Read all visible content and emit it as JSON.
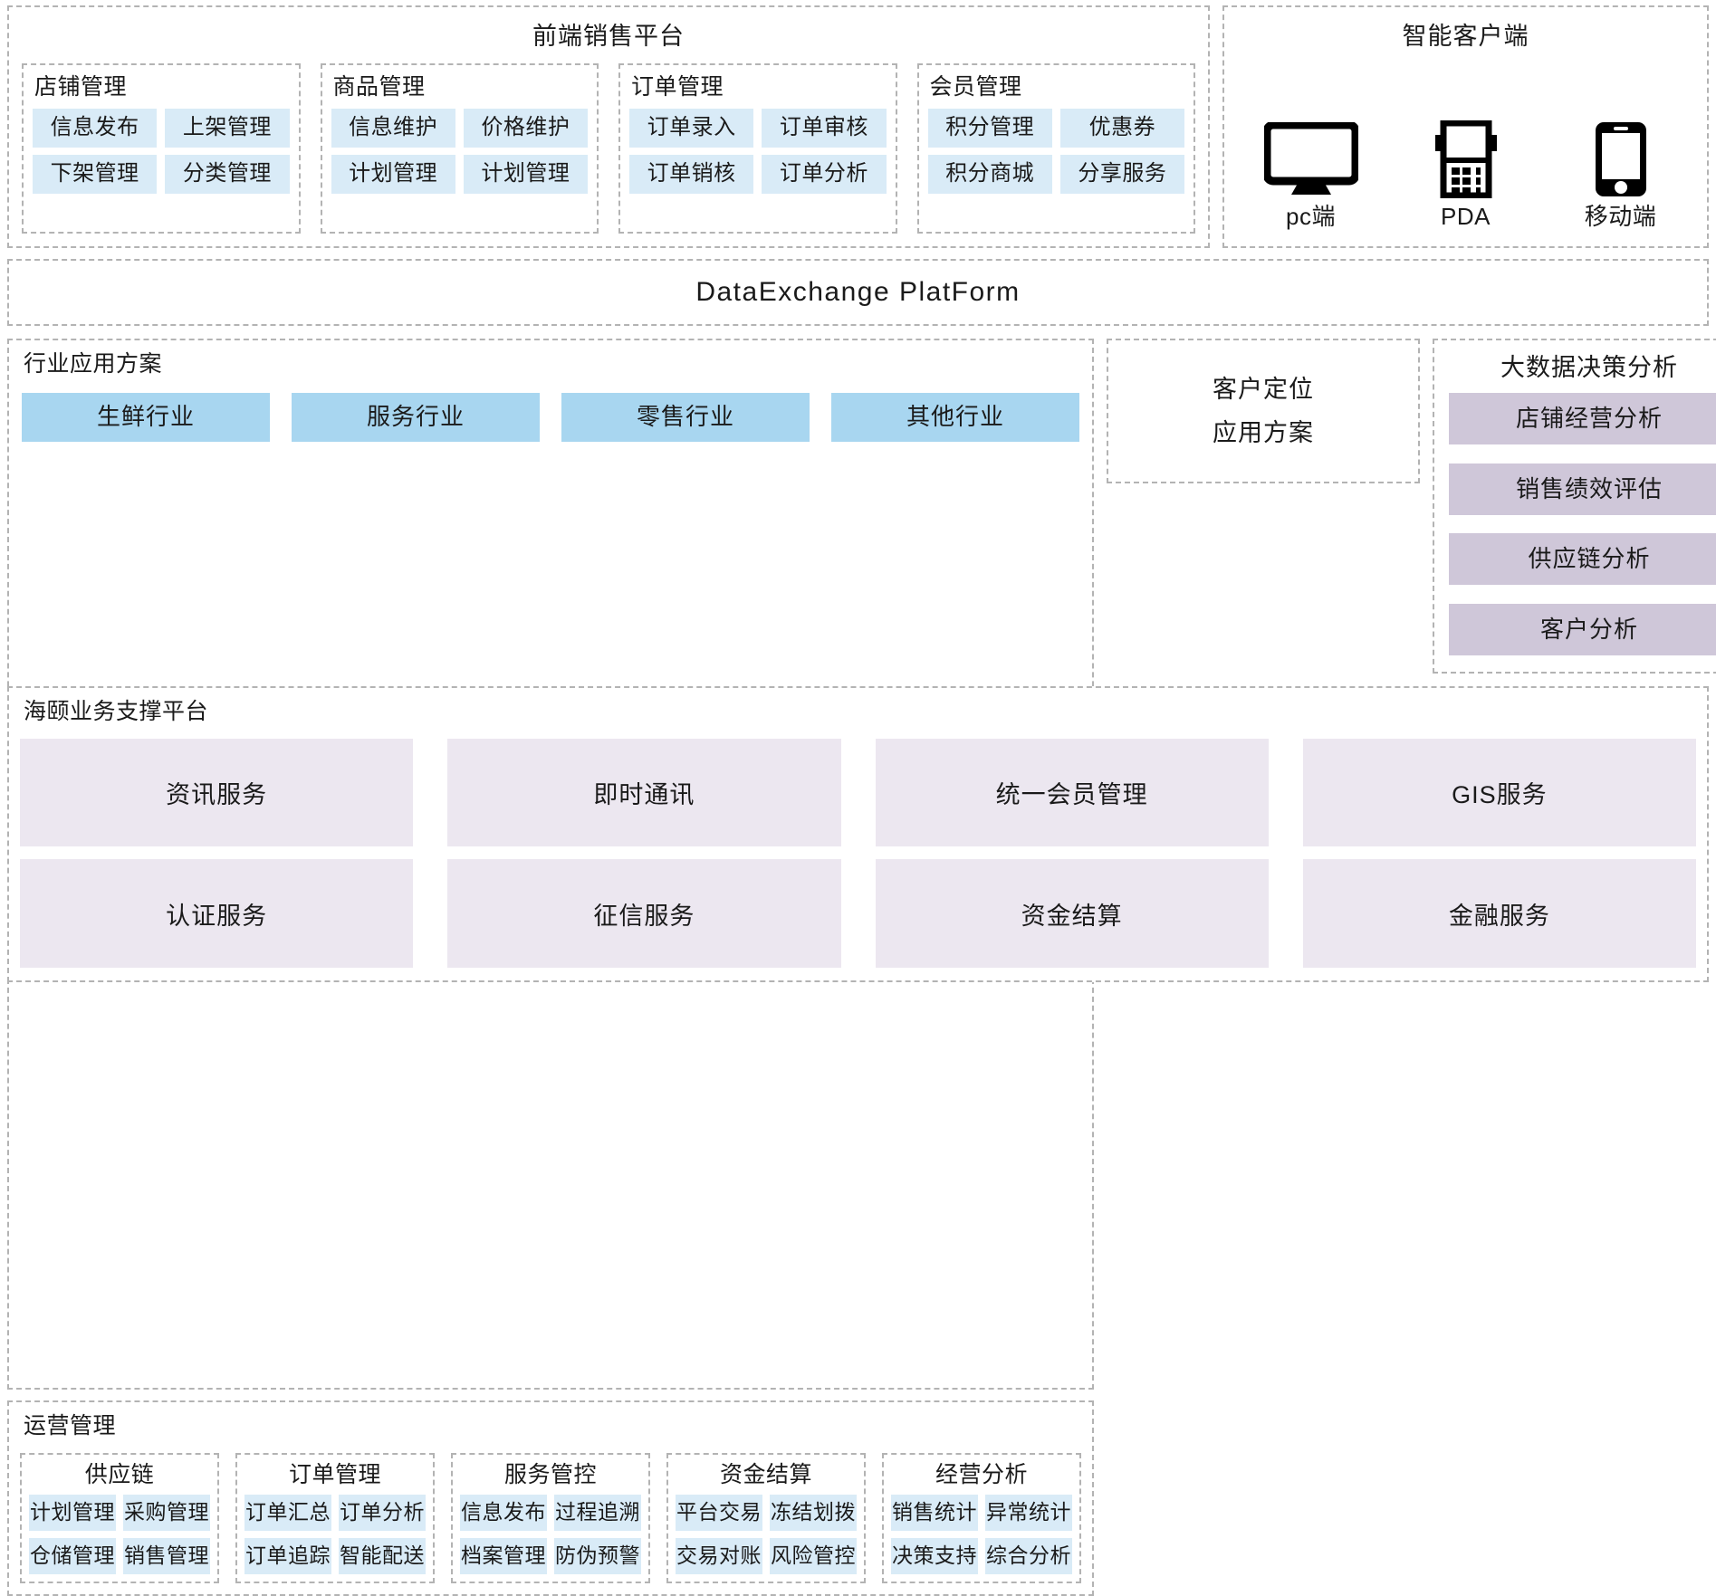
{
  "sales_platform": {
    "title": "前端销售平台",
    "groups": [
      {
        "title": "店铺管理",
        "rows": [
          [
            "信息发布",
            "上架管理"
          ],
          [
            "下架管理",
            "分类管理"
          ]
        ]
      },
      {
        "title": "商品管理",
        "rows": [
          [
            "信息维护",
            "价格维护"
          ],
          [
            "计划管理",
            "计划管理"
          ]
        ]
      },
      {
        "title": "订单管理",
        "rows": [
          [
            "订单录入",
            "订单审核"
          ],
          [
            "订单销核",
            "订单分析"
          ]
        ]
      },
      {
        "title": "会员管理",
        "rows": [
          [
            "积分管理",
            "优惠券"
          ],
          [
            "积分商城",
            "分享服务"
          ]
        ]
      }
    ]
  },
  "smart_client": {
    "title": "智能客户端",
    "items": [
      {
        "icon": "monitor-icon",
        "label": "pc端"
      },
      {
        "icon": "pda-icon",
        "label": "PDA"
      },
      {
        "icon": "mobile-phone-icon",
        "label": "移动端"
      }
    ]
  },
  "data_exchange": {
    "title": "DataExchange  PlatForm"
  },
  "industry": {
    "title": "行业应用方案",
    "chips": [
      "生鲜行业",
      "服务行业",
      "零售行业",
      "其他行业"
    ]
  },
  "customer_positioning": {
    "line1": "客户定位",
    "line2": "应用方案"
  },
  "operations": {
    "title": "运营管理",
    "groups": [
      {
        "title": "供应链",
        "rows": [
          [
            "计划管理",
            "采购管理"
          ],
          [
            "仓储管理",
            "销售管理"
          ]
        ]
      },
      {
        "title": "订单管理",
        "rows": [
          [
            "订单汇总",
            "订单分析"
          ],
          [
            "订单追踪",
            "智能配送"
          ]
        ]
      },
      {
        "title": "服务管控",
        "rows": [
          [
            "信息发布",
            "过程追溯"
          ],
          [
            "档案管理",
            "防伪预警"
          ]
        ]
      },
      {
        "title": "资金结算",
        "rows": [
          [
            "平台交易",
            "冻结划拨"
          ],
          [
            "交易对账",
            "风险管控"
          ]
        ]
      },
      {
        "title": "经营分析",
        "rows": [
          [
            "销售统计",
            "异常统计"
          ],
          [
            "决策支持",
            "综合分析"
          ]
        ]
      }
    ]
  },
  "big_data": {
    "title": "大数据决策分析",
    "chips": [
      "店铺经营分析",
      "销售绩效评估",
      "供应链分析",
      "客户分析"
    ]
  },
  "support_platform": {
    "title": "海颐业务支撑平台",
    "rows": [
      [
        "资讯服务",
        "即时通讯",
        "统一会员管理",
        "GIS服务"
      ],
      [
        "认证服务",
        "征信服务",
        "资金结算",
        "金融服务"
      ]
    ]
  },
  "colors": {
    "chip_blue_light": "#d9ebf7",
    "chip_blue_medium": "#a8d6f0",
    "chip_purple": "#cfc7d9",
    "chip_grey_violet": "#ece7f0",
    "dashed_border": "#b3b3b3",
    "text": "#1a1a1a",
    "icon": "#000000"
  }
}
